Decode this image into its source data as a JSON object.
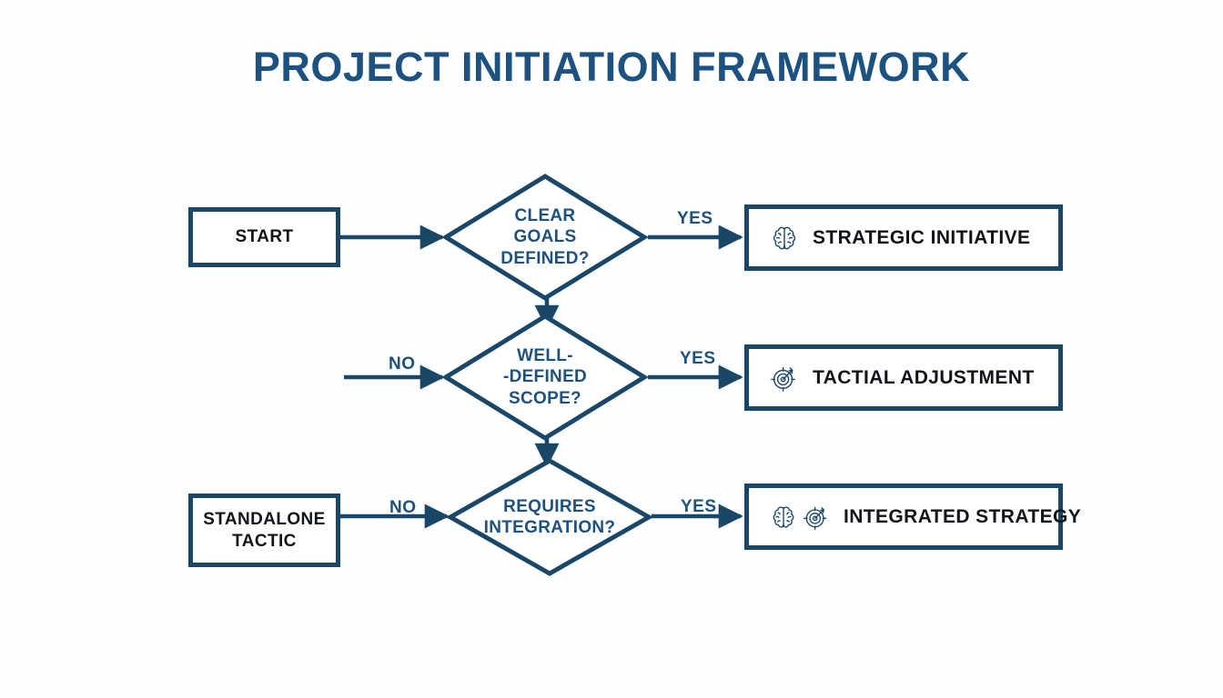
{
  "title": "PROJECT INITIATION FRAMEWORK",
  "colors": {
    "background": "#fdfeff",
    "stroke": "#1a4668",
    "accent_text": "#1d5180",
    "box_text": "#111418",
    "box_fill": "#ffffff"
  },
  "nodes": {
    "start": {
      "label": "START",
      "type": "process"
    },
    "standalone_tactic": {
      "label": "STANDALONE\nTACTIC",
      "line1": "STANDALONE",
      "line2": "TACTIC",
      "type": "process"
    },
    "decision_goals": {
      "type": "decision",
      "line1": "CLEAR",
      "line2": "GOALS",
      "line3": "DEFINED?",
      "text": "CLEAR GOALS DEFINED?"
    },
    "decision_scope": {
      "type": "decision",
      "line1": "WELL-",
      "line2": "-DEFINED",
      "line3": "SCOPE?",
      "text": "WELL--DEFINED SCOPE?"
    },
    "decision_integration": {
      "type": "decision",
      "line1": "REQUIRES",
      "line2": "INTEGRATION?",
      "text": "REQUIRES INTEGRATION?"
    },
    "result_strategic": {
      "type": "result",
      "label": "STRATEGIC INITIATIVE",
      "icons": [
        "brain-icon"
      ]
    },
    "result_tactial": {
      "type": "result",
      "label": "TACTIAL ADJUSTMENT",
      "icons": [
        "target-icon"
      ]
    },
    "result_integrated": {
      "type": "result",
      "label": "INTEGRATED STRATEGY",
      "icons": [
        "brain-icon",
        "target-icon"
      ]
    }
  },
  "edges": {
    "start_to_goals": {
      "label": ""
    },
    "goals_yes": {
      "label": "YES"
    },
    "goals_to_scope": {
      "label": ""
    },
    "scope_no_in": {
      "label": "NO"
    },
    "scope_yes": {
      "label": "YES"
    },
    "scope_to_integration": {
      "label": ""
    },
    "tactic_no": {
      "label": "NO"
    },
    "integration_yes": {
      "label": "YES"
    }
  }
}
